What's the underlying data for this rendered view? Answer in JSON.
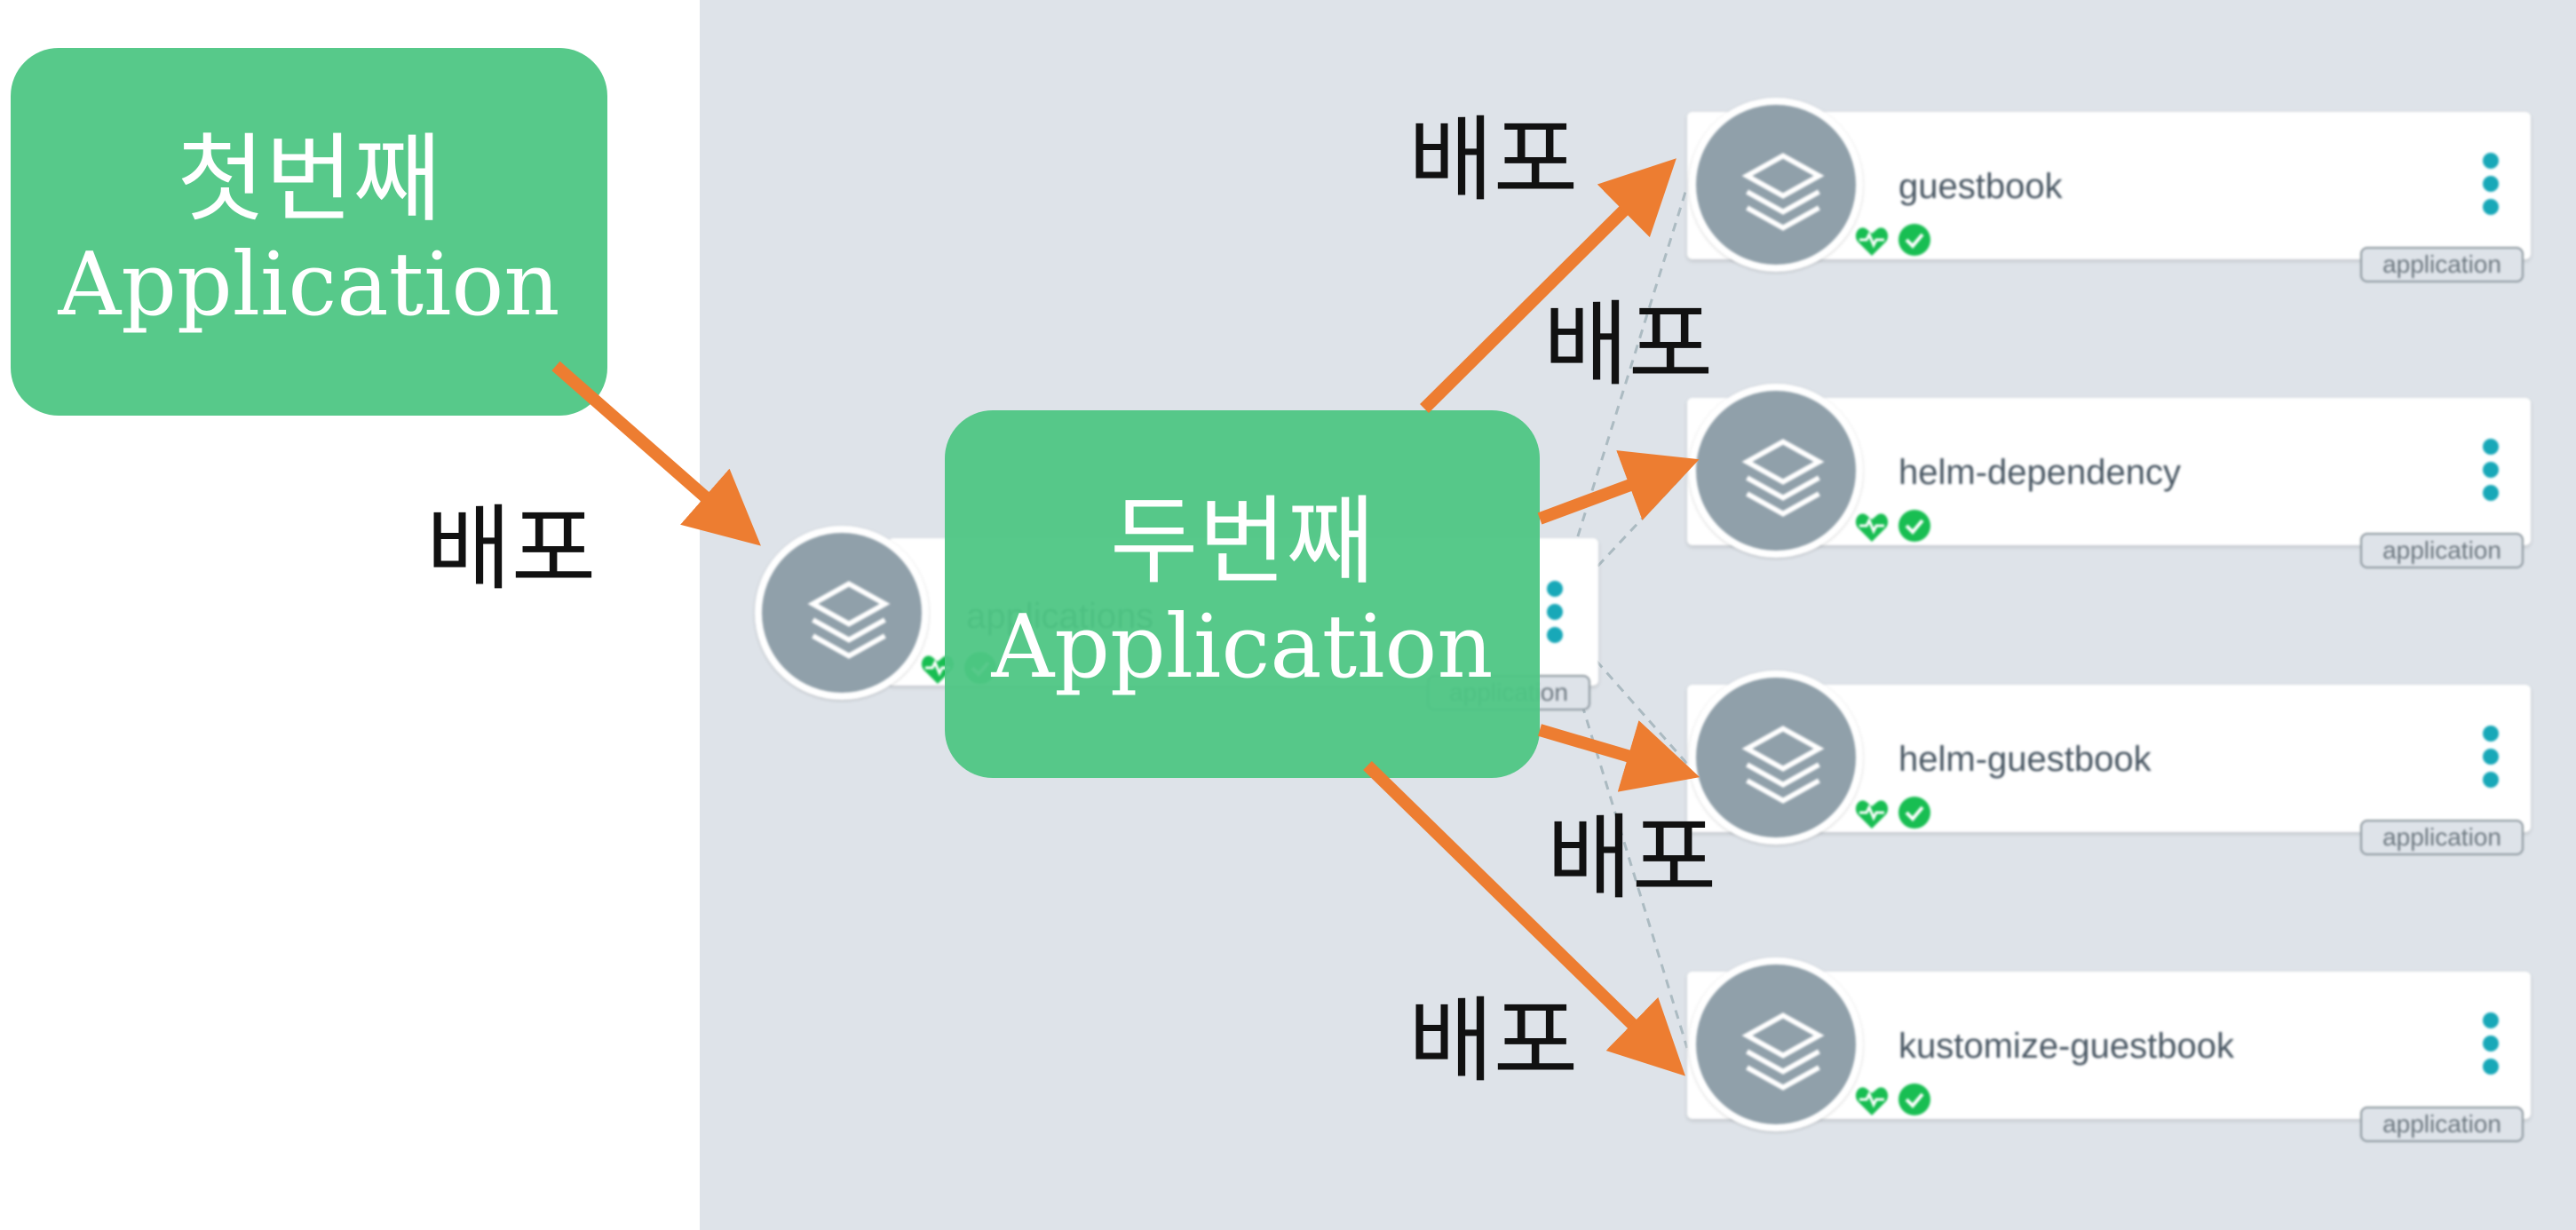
{
  "callouts": {
    "first": {
      "line1": "첫번째",
      "line2": "Application"
    },
    "second": {
      "line1": "두번째",
      "line2": "Application"
    }
  },
  "deploy_label": "배포",
  "nodes": [
    {
      "name": "applications",
      "tag": "application"
    },
    {
      "name": "guestbook",
      "tag": "application"
    },
    {
      "name": "helm-dependency",
      "tag": "application"
    },
    {
      "name": "helm-guestbook",
      "tag": "application"
    },
    {
      "name": "kustomize-guestbook",
      "tag": "application"
    }
  ],
  "colors": {
    "canvas": "#dee3e9",
    "callout": "#57c98a",
    "arrow": "#ed7d31",
    "node_icon": "#90a0aa",
    "status_green": "#18be52",
    "kebab": "#18a8b8"
  },
  "icons": {
    "node": "layers-icon",
    "health": "heartbeat-icon",
    "sync": "check-circle-icon",
    "menu": "kebab-menu-icon"
  }
}
